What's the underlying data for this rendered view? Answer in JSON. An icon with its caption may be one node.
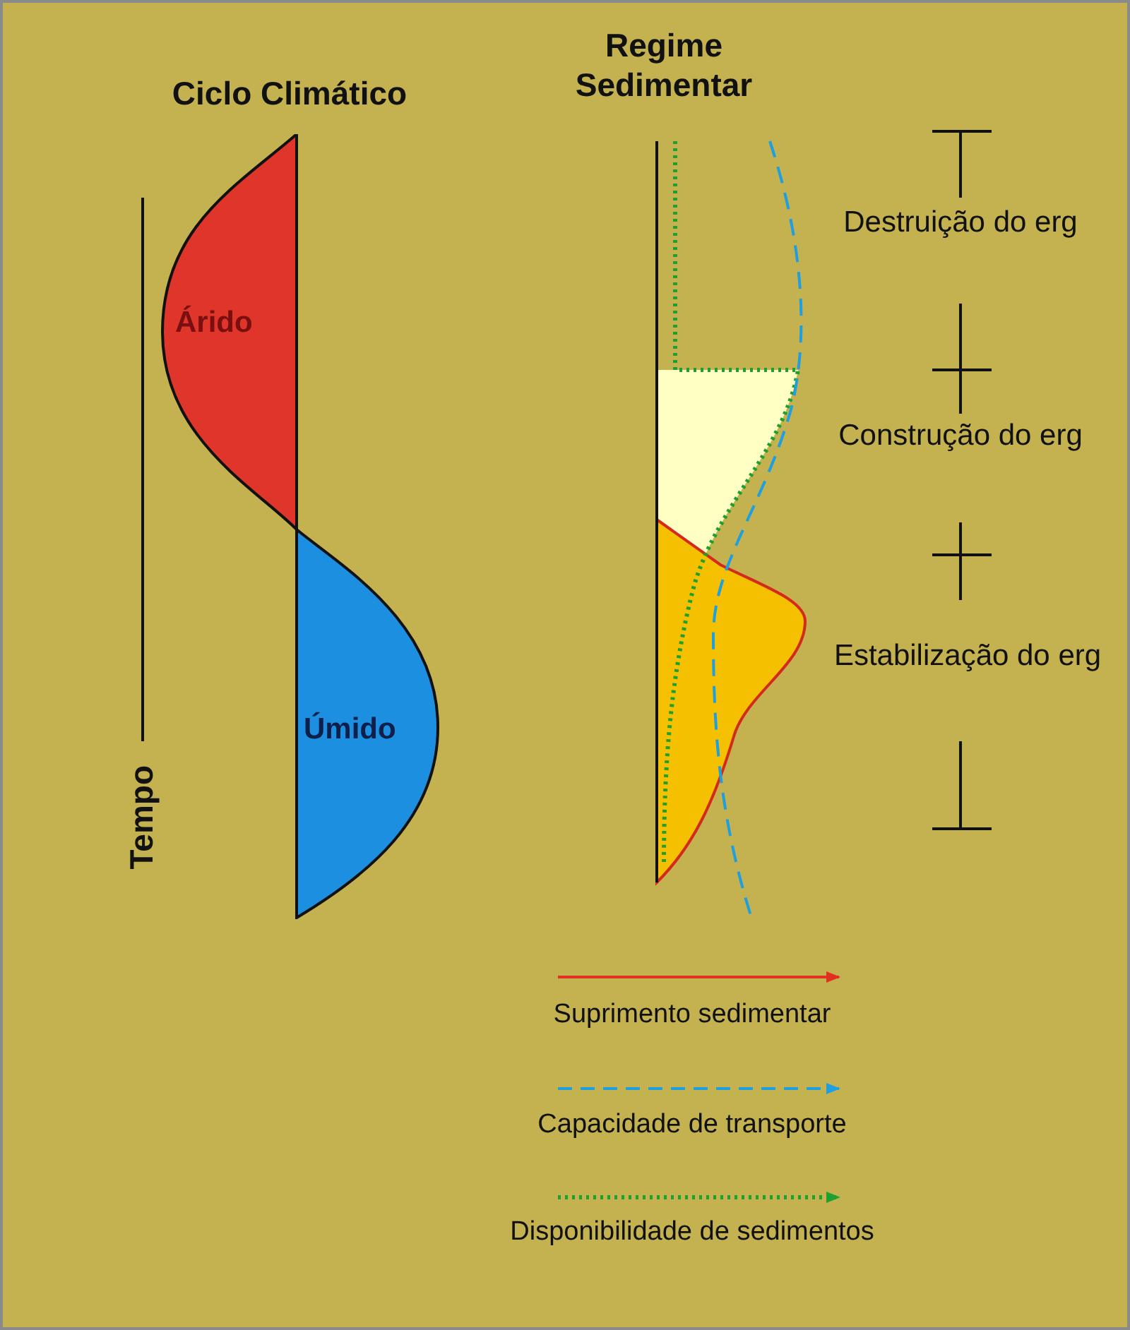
{
  "diagram": {
    "nodes": [
      {
        "text": [
          "Árido"
        ]
      },
      {
        "text": [
          "Úmido"
        ]
      }
    ],
    "labels": [
      "Ciclo Climático",
      "Regime Sedimentar",
      "Destruição do erg",
      "Construção do erg",
      "Estabilização do erg",
      "Tempo"
    ],
    "legend": [
      {
        "text": "Suprimento sedimentar"
      },
      {
        "text": "Capacidade de transporte"
      },
      {
        "text": "Disponibilidade de sedimentos"
      }
    ]
  }
}
